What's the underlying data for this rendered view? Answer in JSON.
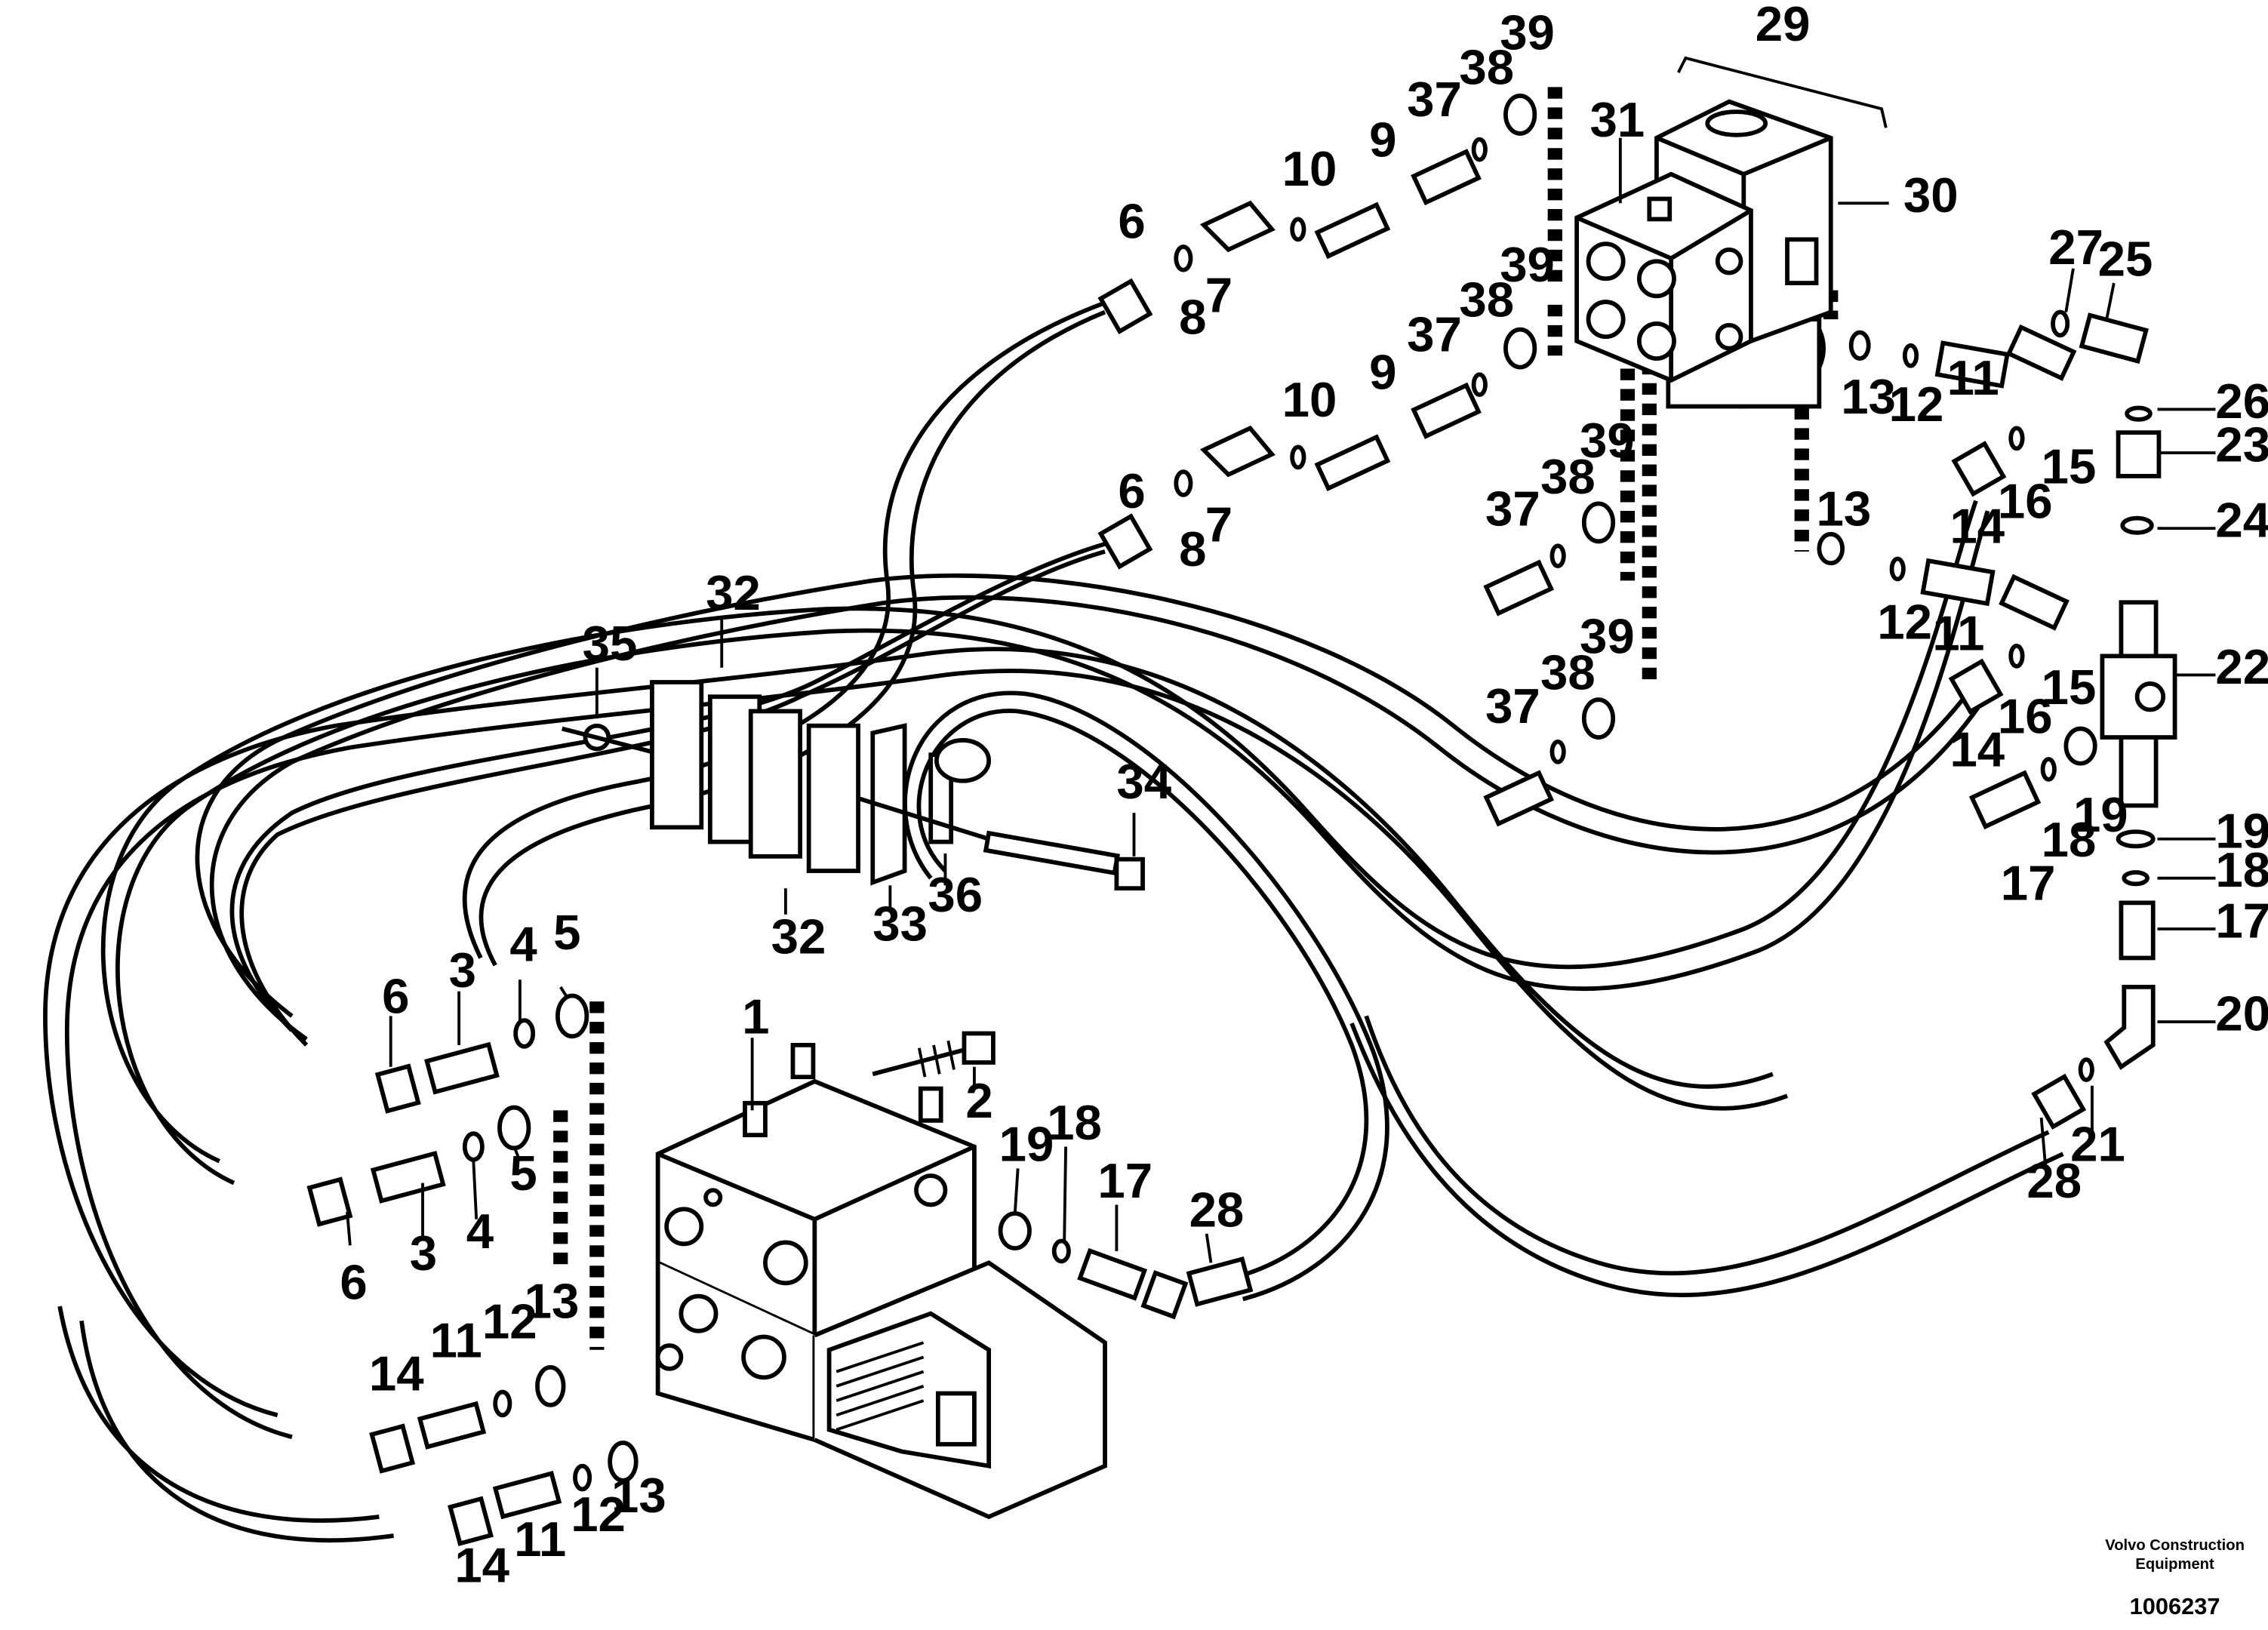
{
  "callouts": {
    "c1": "1",
    "c2": "2",
    "c3a": "3",
    "c3b": "3",
    "c4a": "4",
    "c4b": "4",
    "c5a": "5",
    "c5b": "5",
    "c6a": "6",
    "c6b": "6",
    "c6c": "6",
    "c6d": "6",
    "c7a": "7",
    "c7b": "7",
    "c8a": "8",
    "c8b": "8",
    "c9a": "9",
    "c9b": "9",
    "c10a": "10",
    "c10b": "10",
    "c11a": "11",
    "c11b": "11",
    "c11c": "11",
    "c11d": "11",
    "c12a": "12",
    "c12b": "12",
    "c12c": "12",
    "c12d": "12",
    "c13a": "13",
    "c13b": "13",
    "c13c": "13",
    "c13d": "13",
    "c14a": "14",
    "c14b": "14",
    "c14c": "14",
    "c14d": "14",
    "c15a": "15",
    "c15b": "15",
    "c16a": "16",
    "c16b": "16",
    "c17a": "17",
    "c17b": "17",
    "c17c": "17",
    "c18a": "18",
    "c18b": "18",
    "c18c": "18",
    "c19a": "19",
    "c19b": "19",
    "c19c": "19",
    "c20": "20",
    "c21": "21",
    "c22": "22",
    "c23": "23",
    "c24": "24",
    "c25": "25",
    "c26": "26",
    "c27": "27",
    "c28a": "28",
    "c28b": "28",
    "c29": "29",
    "c30": "30",
    "c31": "31",
    "c32a": "32",
    "c32b": "32",
    "c33": "33",
    "c34": "34",
    "c35": "35",
    "c36": "36",
    "c37a": "37",
    "c37b": "37",
    "c37c": "37",
    "c37d": "37",
    "c38a": "38",
    "c38b": "38",
    "c38c": "38",
    "c38d": "38",
    "c39a": "39",
    "c39b": "39",
    "c39c": "39",
    "c39d": "39"
  },
  "credit": {
    "company_line1": "Volvo Construction",
    "company_line2": "Equipment",
    "drawing_number": "1006237"
  }
}
